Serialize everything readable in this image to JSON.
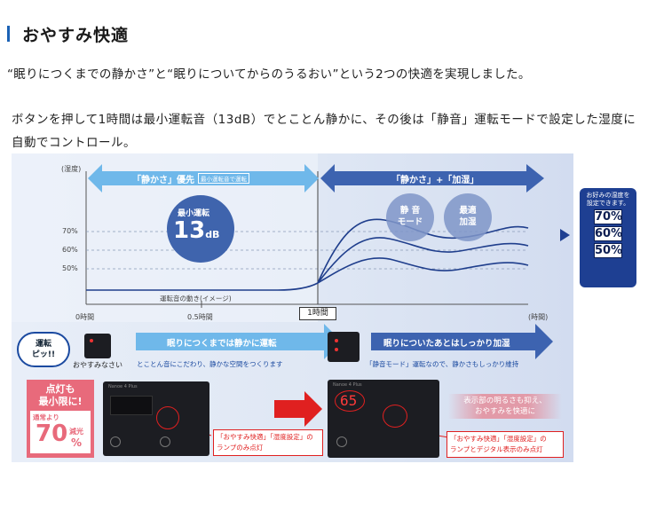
{
  "section": {
    "title": "おやすみ快適"
  },
  "lead": "“眠りにつくまでの静かさ”と“眠りについてからのうるおい”という2つの快適を実現しました。",
  "body": "ボタンを押して1時間は最小運転音（13dB）でとことん静かに、その後は「静音」運転モードで設定した湿度に自動でコントロール。",
  "figure": {
    "y_axis_label": "(湿度)",
    "y_ticks": [
      "70%",
      "60%",
      "50%"
    ],
    "x_ticks": [
      "0時間",
      "0.5時間",
      "(時間)"
    ],
    "x_marker": "1時間",
    "phase1": {
      "label": "「静かさ」優先",
      "sub": "最小運転音で運転"
    },
    "phase2": {
      "label": "「静かさ」+「加湿」"
    },
    "min_noise": {
      "title": "最小運転",
      "value": "13",
      "unit": "dB"
    },
    "mode_silent": {
      "line1": "静 音",
      "line2": "モード"
    },
    "mode_optimal": {
      "line1": "最適",
      "line2": "加湿"
    },
    "curve_note": "運転音の動き(イメージ)",
    "preference": {
      "note1": "お好みの湿度を",
      "note2": "設定できます。",
      "options": [
        "70%",
        "60%",
        "50%"
      ]
    },
    "speech": {
      "line1": "運転",
      "line2": "ピッ!!"
    },
    "button_caption": "おやすみなさい",
    "flow1": {
      "label": "眠りにつくまでは静かに運転",
      "sub": "とことん音にこだわり、静かな空間をつくります"
    },
    "flow2": {
      "label": "眠りについたあとはしっかり加湿",
      "sub": "「静音モード」運転なので、静かさもしっかり維持"
    },
    "dim": {
      "line1": "点灯も",
      "line2": "最小限に!",
      "normal": "通常より",
      "pct": "70",
      "pct_unit": "%",
      "reduce": "減光"
    },
    "callout1": {
      "line1": "「おやすみ快適」「湿度設定」の",
      "line2": "ランプのみ点灯"
    },
    "callout2": {
      "line1": "「おやすみ快適」「湿度設定」の",
      "line2": "ランプとデジタル表示のみ点灯"
    },
    "brightness_note": {
      "line1": "表示部の明るさも抑え、",
      "line2": "おやすみを快適に"
    },
    "panel_display": "65",
    "panel_brand": "Nanoe 4 Plus"
  },
  "colors": {
    "accent": "#1b62b5",
    "phase1": "#6fb8ea",
    "phase2": "#3d63b0",
    "dark_blue": "#1e3f92",
    "red": "#e02020",
    "pink": "#e86a7b"
  }
}
